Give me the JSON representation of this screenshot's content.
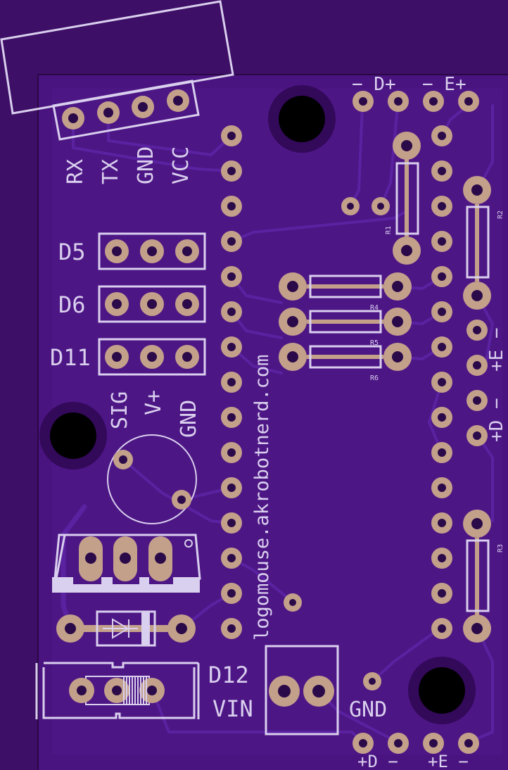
{
  "colors": {
    "background": "#3d0f66",
    "board": "#4a1480",
    "silkscreen": "#d9cfee",
    "pad": "#c3a08a",
    "trace": "#5a22a0"
  },
  "labels": {
    "serial_rx": "RX",
    "serial_tx": "TX",
    "serial_gnd": "GND",
    "serial_vcc": "VCC",
    "d5": "D5",
    "d6": "D6",
    "d11": "D11",
    "servo_sig": "SIG",
    "servo_vplus": "V+",
    "servo_gnd": "GND",
    "url": "logomouse.akrobotnerd.com",
    "d12": "D12",
    "vin": "VIN",
    "gnd_bottom": "GND",
    "top_d": "− D+",
    "top_e": "− E+",
    "right_e": "+E −",
    "right_d": "+D −",
    "bottom_d": "+D −",
    "bottom_e": "+E −",
    "r1": "R1",
    "r2": "R2",
    "r3": "R3",
    "r4": "R4",
    "r5": "R5",
    "r6": "R6"
  }
}
